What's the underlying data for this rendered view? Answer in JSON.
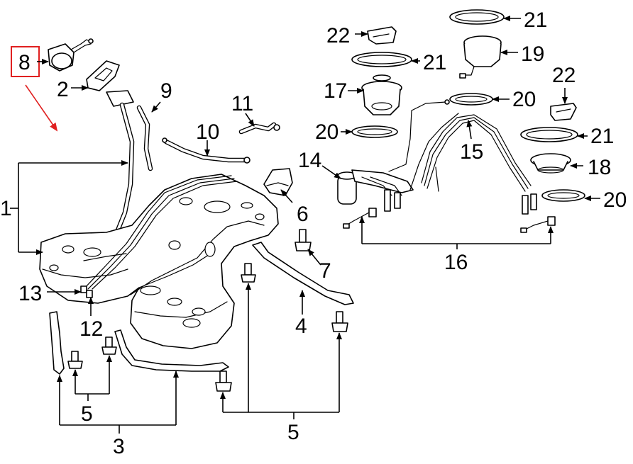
{
  "callouts": {
    "c1": "1",
    "c2": "2",
    "c3": "3",
    "c4": "4",
    "c5a": "5",
    "c5b": "5",
    "c6": "6",
    "c7": "7",
    "c8": "8",
    "c9": "9",
    "c10": "10",
    "c11": "11",
    "c12": "12",
    "c13": "13",
    "c14": "14",
    "c15": "15",
    "c16": "16",
    "c17": "17",
    "c18": "18",
    "c19": "19",
    "c20a": "20",
    "c20b": "20",
    "c20c": "20",
    "c21a": "21",
    "c21b": "21",
    "c21c": "21",
    "c22a": "22",
    "c22b": "22"
  },
  "colors": {
    "line": "#000000",
    "background": "#ffffff",
    "highlight": "#e02020"
  }
}
